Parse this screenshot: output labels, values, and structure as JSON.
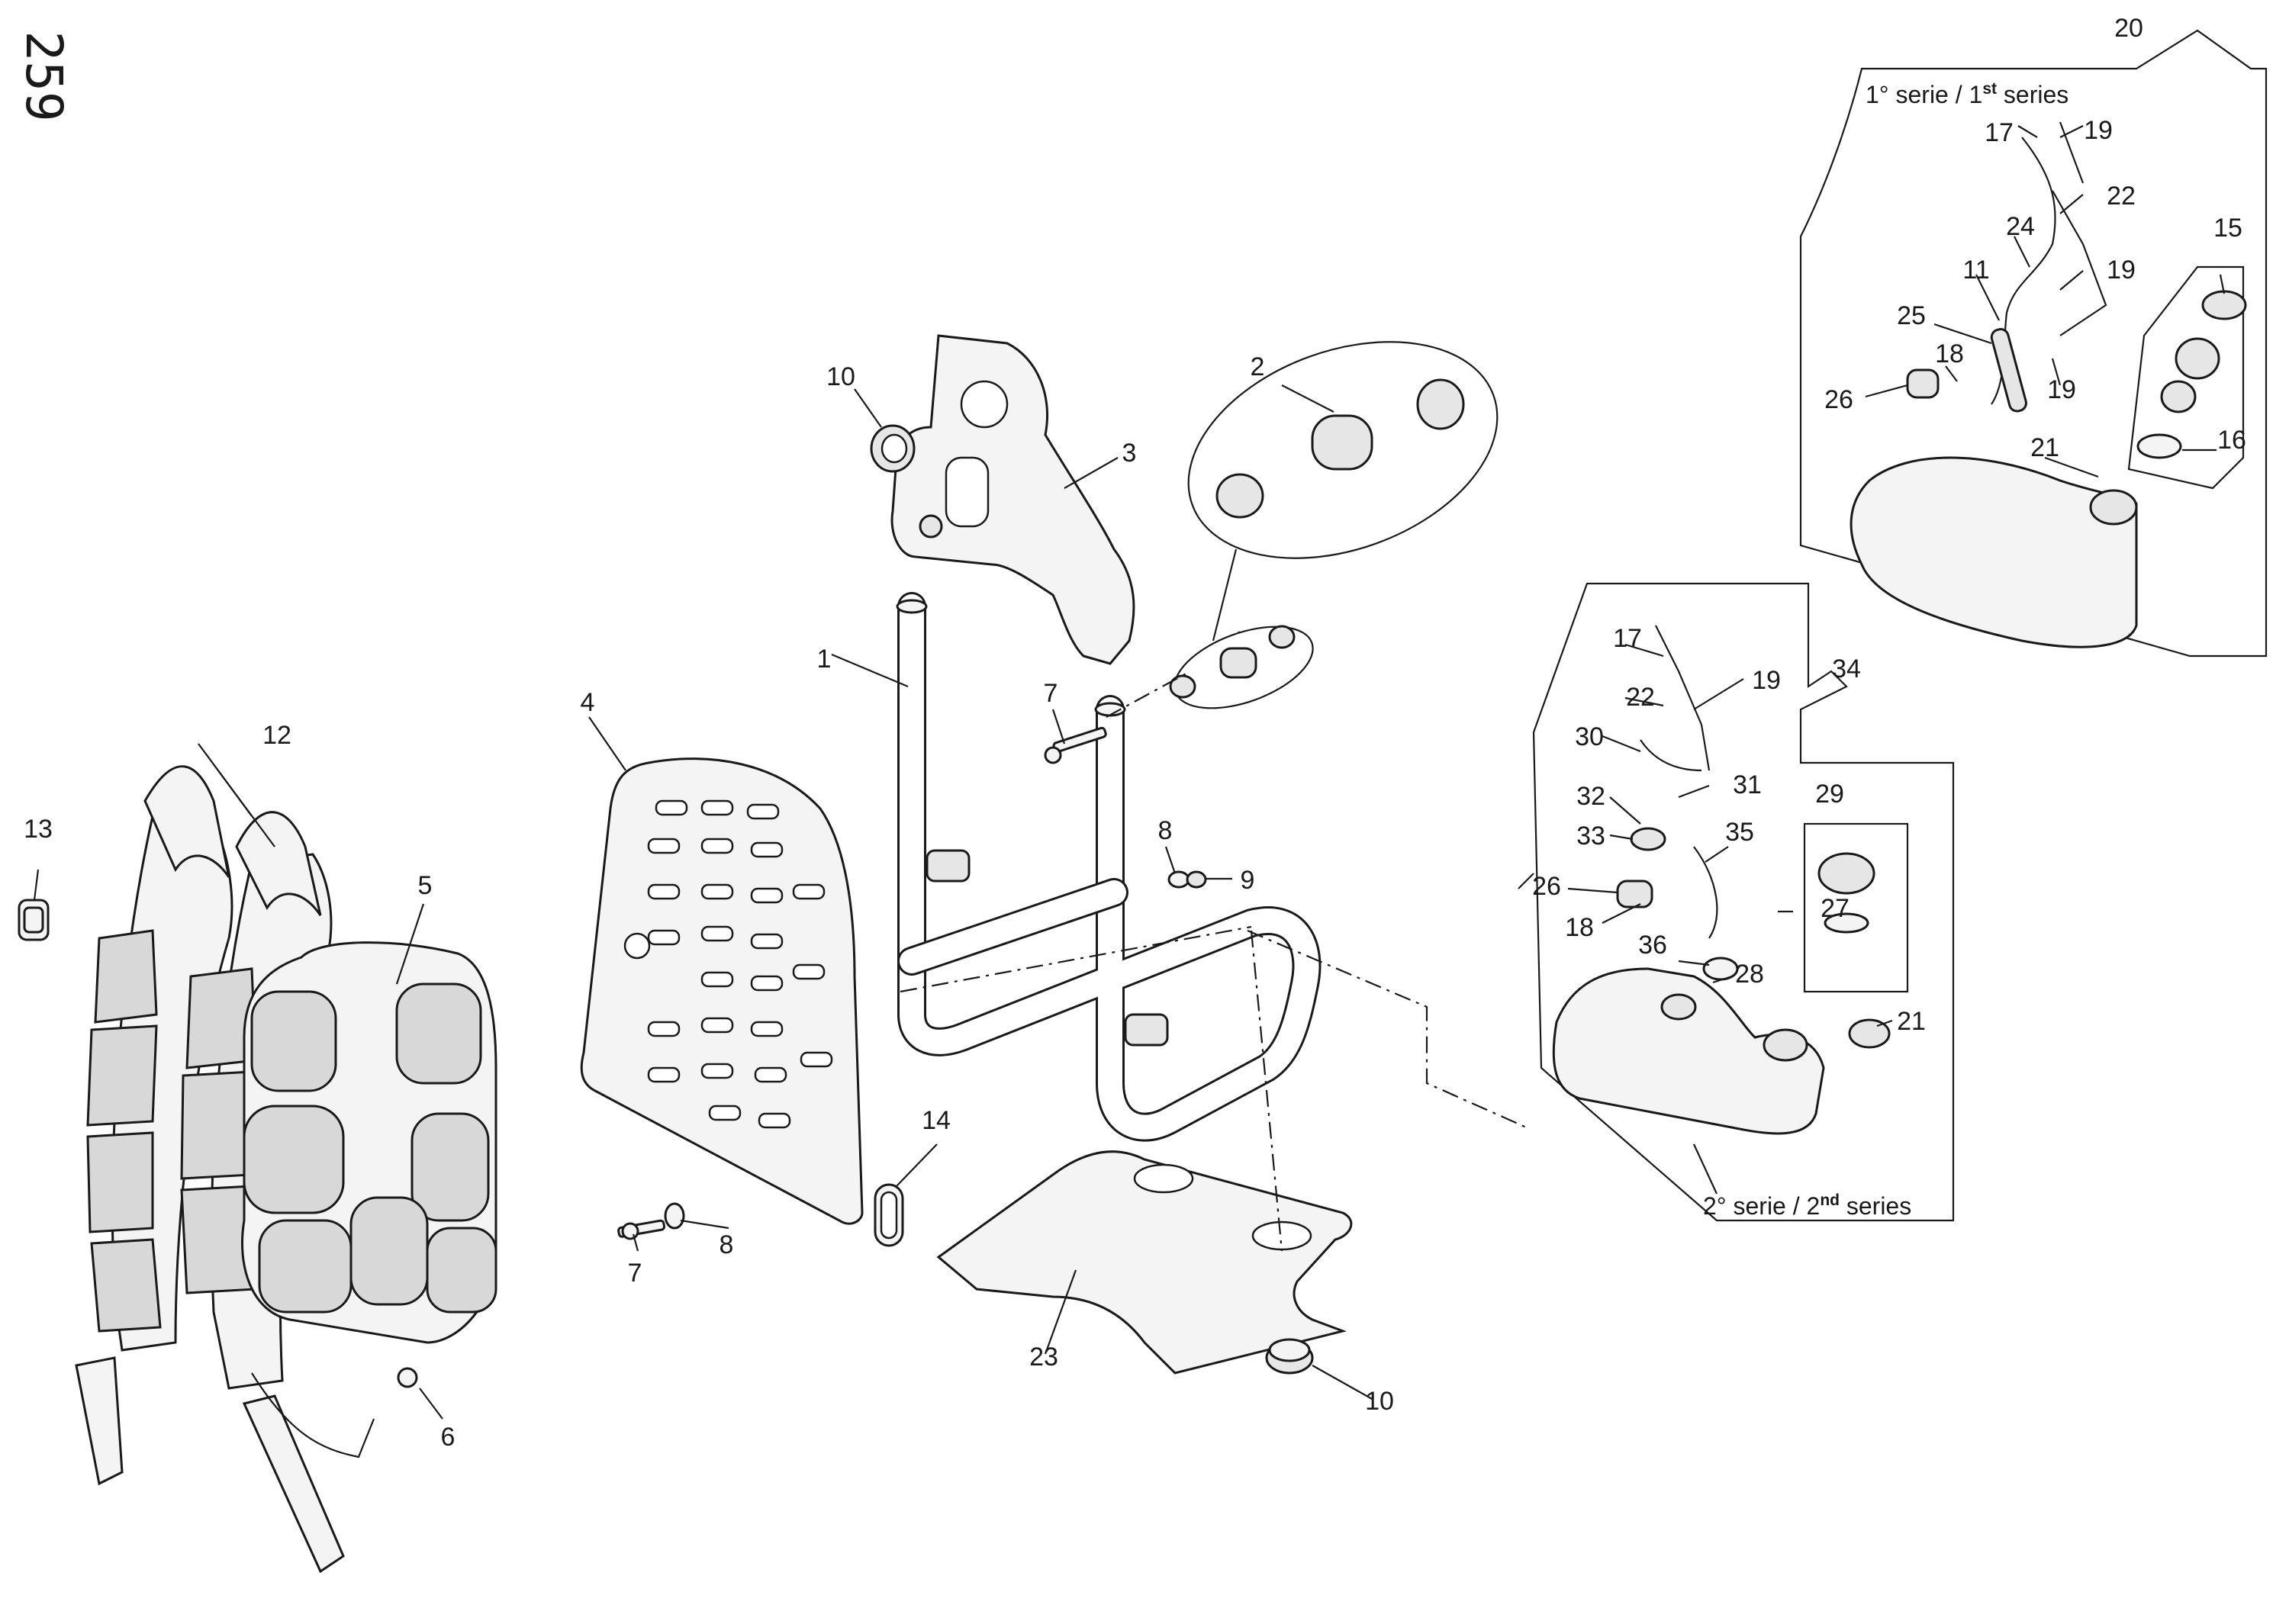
{
  "page_number": "259",
  "labels": {
    "l1": "1",
    "l2": "2",
    "l3": "3",
    "l4": "4",
    "l5": "5",
    "l6": "6",
    "l7a": "7",
    "l7b": "7",
    "l8a": "8",
    "l8b": "8",
    "l9": "9",
    "l10a": "10",
    "l10b": "10",
    "l11": "11",
    "l12": "12",
    "l13": "13",
    "l14": "14",
    "l15": "15",
    "l16": "16",
    "l17a": "17",
    "l17b": "17",
    "l18a": "18",
    "l18b": "18",
    "l19a": "19",
    "l19b": "19",
    "l19c": "19",
    "l19d": "19",
    "l20": "20",
    "l21a": "21",
    "l21b": "21",
    "l22a": "22",
    "l22b": "22",
    "l23": "23",
    "l24": "24",
    "l25": "25",
    "l26a": "26",
    "l26b": "26",
    "l27": "27",
    "l28": "28",
    "l29": "29",
    "l30": "30",
    "l31": "31",
    "l32": "32",
    "l33": "33",
    "l34": "34",
    "l35": "35",
    "l36": "36"
  },
  "series": {
    "first": {
      "prefix": "1° serie / 1",
      "sup": "st",
      "suffix": " series"
    },
    "second": {
      "prefix": "2° serie / 2",
      "sup": "nd",
      "suffix": " series"
    }
  }
}
